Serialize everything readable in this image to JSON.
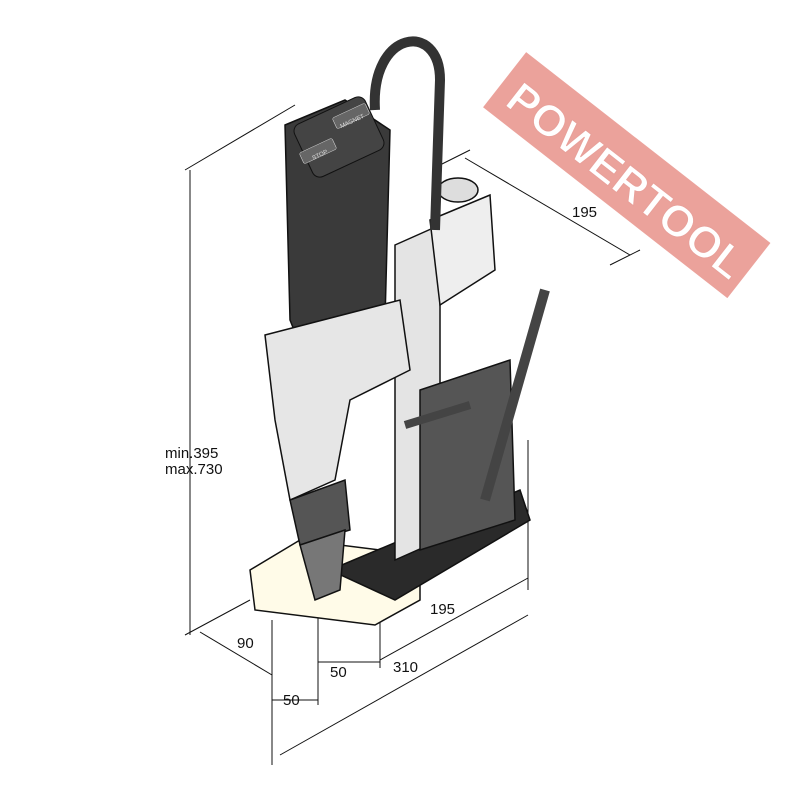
{
  "dimensions": {
    "height_min": "min.395",
    "height_max": "max.730",
    "depth_top": "195",
    "base_depth": "195",
    "width_90": "90",
    "offset_50_a": "50",
    "offset_50_b": "50",
    "length_310": "310"
  },
  "control_panel": {
    "magnet_label": "MAGNET",
    "stop_label": "STOP"
  },
  "watermark": "POWERTOOL",
  "colors": {
    "watermark": "#e8928a",
    "line": "#111111",
    "body_dark": "#3a3a3a",
    "body_light": "#e6e6e6"
  }
}
